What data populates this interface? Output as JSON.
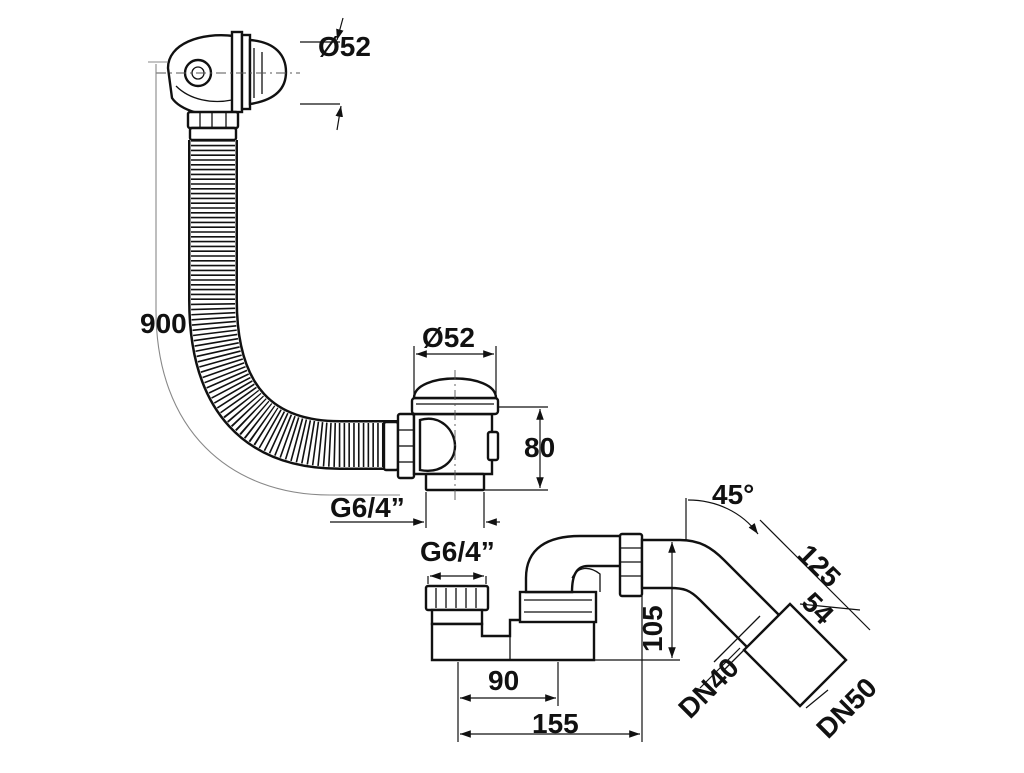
{
  "dimensions": {
    "overflow_diameter": "Ø52",
    "hose_length": "900",
    "drain_diameter": "Ø52",
    "drain_height": "80",
    "drain_thread": "G6/4”",
    "trap_thread": "G6/4”",
    "trap_offset_short": "90",
    "trap_offset_long": "155",
    "trap_height": "105",
    "elbow_angle": "45°",
    "elbow_length": "125",
    "outlet_length": "54",
    "pipe_dn_small": "DN40",
    "pipe_dn_large": "DN50"
  }
}
